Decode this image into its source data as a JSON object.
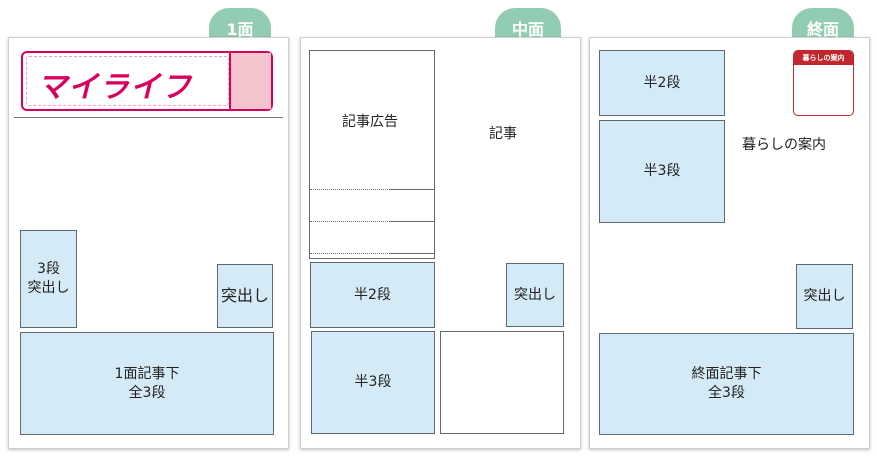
{
  "tabs": {
    "p1": "1面",
    "mid": "中面",
    "last": "終面"
  },
  "page1": {
    "logo": "マイライフ",
    "blocks": {
      "sandan": "3段\n突出し",
      "tsukidashi": "突出し",
      "bottom": "1面記事下\n全3段"
    }
  },
  "middle": {
    "ad_label": "記事広告",
    "article_label": "記事",
    "blocks": {
      "half2": "半2段",
      "tsukidashi": "突出し",
      "half3": "半3段"
    }
  },
  "last": {
    "blocks": {
      "half2": "半2段",
      "half3": "半3段",
      "tsukidashi": "突出し",
      "bottom": "終面記事下\n全3段"
    },
    "badge_title": "暮らしの案内",
    "guide_label": "暮らしの案内"
  },
  "colors": {
    "tab": "#92cdb3",
    "block_fill": "#d5eaf7",
    "logo_text": "#d8005e",
    "logo_accent": "#f4c4cc"
  }
}
